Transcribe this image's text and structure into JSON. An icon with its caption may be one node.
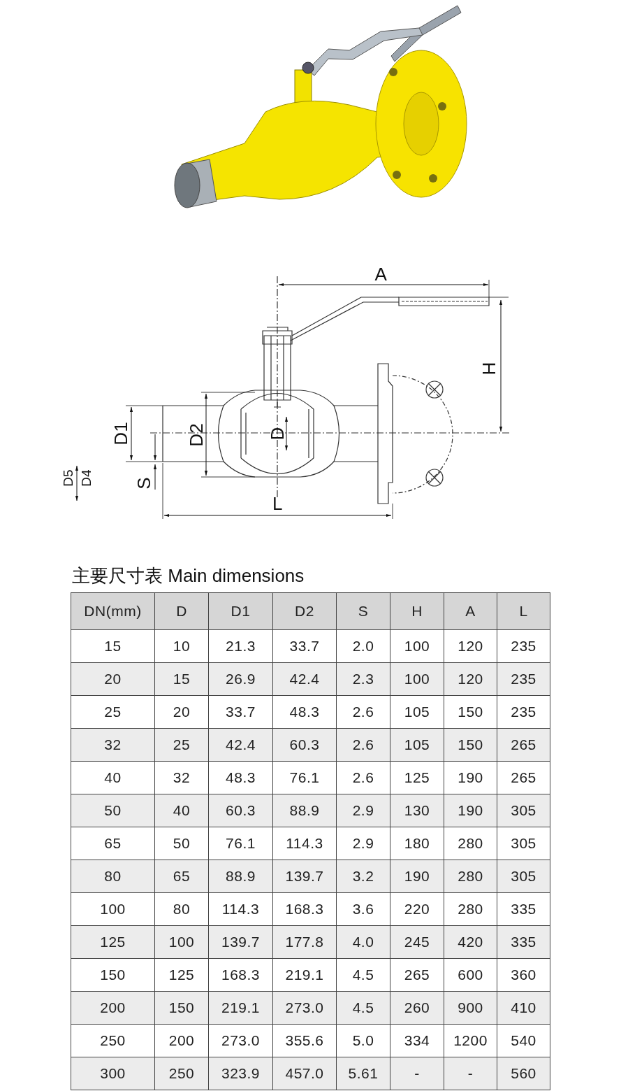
{
  "diagram": {
    "title": "主要尺寸表 Main dimensions",
    "labels": [
      "A",
      "H",
      "D1",
      "D2",
      "D",
      "D5",
      "D4",
      "S",
      "L",
      "DN(mm)",
      "D",
      "D1",
      "D2",
      "S",
      "H",
      "A",
      "L",
      "15",
      "10",
      "21.3",
      "33.7",
      "2.0",
      "100",
      "120",
      "235",
      "20",
      "15",
      "26.9",
      "42.4",
      "2.3",
      "100",
      "120",
      "235",
      "25",
      "20",
      "33.7",
      "48.3",
      "2.6",
      "105",
      "150",
      "235",
      "32",
      "25",
      "42.4",
      "60.3",
      "2.6",
      "105",
      "150",
      "265",
      "40",
      "32",
      "48.3",
      "76.1",
      "2.6",
      "125",
      "190",
      "265",
      "50",
      "40",
      "60.3",
      "88.9",
      "2.9",
      "130",
      "190",
      "305",
      "65",
      "50",
      "76.1",
      "114.3",
      "2.9",
      "180",
      "280",
      "305",
      "80",
      "65",
      "88.9",
      "139.7",
      "3.2",
      "190",
      "280",
      "305",
      "100",
      "80",
      "114.3",
      "168.3",
      "3.6",
      "220",
      "280",
      "335",
      "125",
      "100",
      "139.7",
      "177.8",
      "4.0",
      "245",
      "420",
      "335",
      "150",
      "125",
      "168.3",
      "219.1",
      "4.5",
      "265",
      "600",
      "360",
      "200",
      "150",
      "219.1",
      "273.0",
      "4.5",
      "260",
      "900",
      "410",
      "250",
      "200",
      "273.0",
      "355.6",
      "5.0",
      "334",
      "1200",
      "540",
      "300",
      "250",
      "323.9",
      "457.0",
      "5.61",
      "-",
      "-",
      "560"
    ]
  }
}
